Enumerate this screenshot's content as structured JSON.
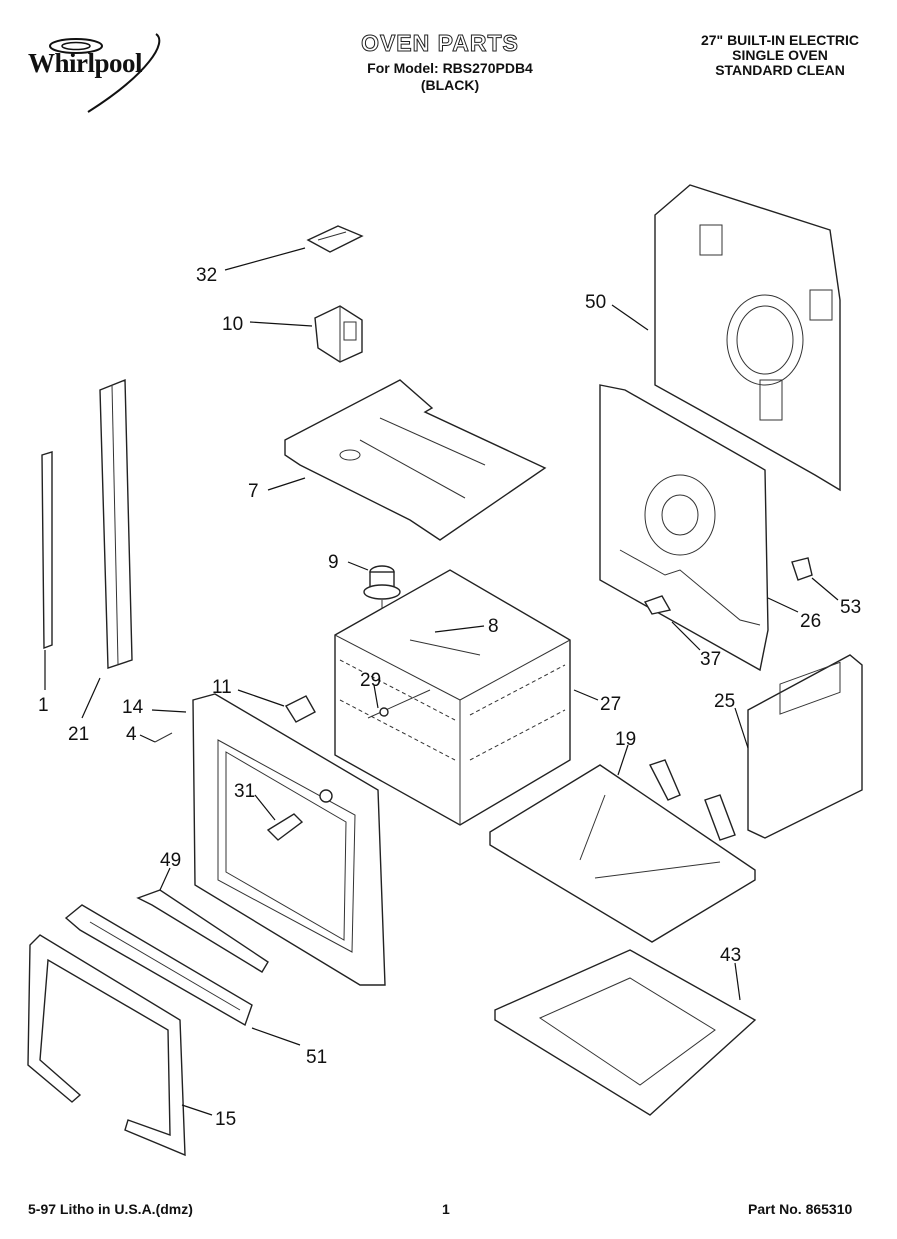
{
  "brand": "Whirlpool",
  "header": {
    "title": "OVEN PARTS",
    "model_line": "For Model: RBS270PDB4",
    "model_color": "(BLACK)",
    "product_line1": "27\" BUILT-IN ELECTRIC",
    "product_line2": "SINGLE OVEN",
    "product_line3": "STANDARD CLEAN"
  },
  "callouts": {
    "c32": "32",
    "c10": "10",
    "c50": "50",
    "c7": "7",
    "c9": "9",
    "c8": "8",
    "c53": "53",
    "c26": "26",
    "c37": "37",
    "c1": "1",
    "c21": "21",
    "c11": "11",
    "c29": "29",
    "c27": "27",
    "c14": "14",
    "c4": "4",
    "c25": "25",
    "c19": "19",
    "c31": "31",
    "c49": "49",
    "c43": "43",
    "c51": "51",
    "c15": "15"
  },
  "footer": {
    "left": "5-97 Litho in U.S.A.(dmz)",
    "page": "1",
    "part_no": "Part No. 865310"
  }
}
